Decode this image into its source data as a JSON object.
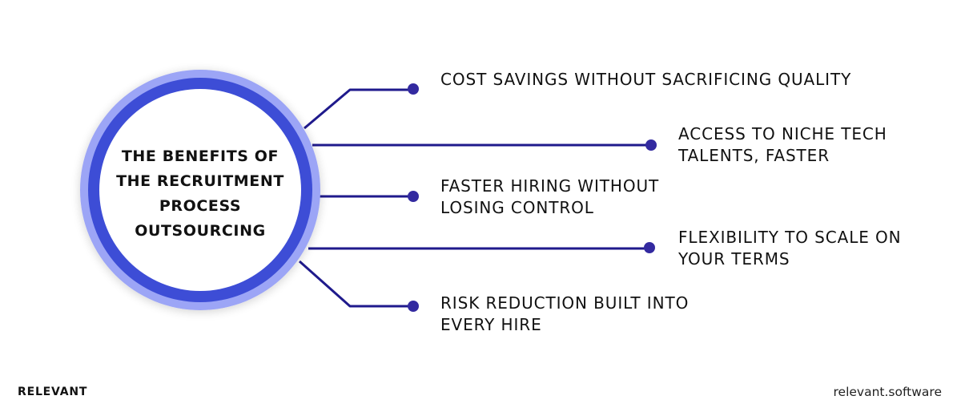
{
  "hub": {
    "title_lines": [
      "THE BENEFITS OF",
      "THE RECRUITMENT",
      "PROCESS",
      "OUTSOURCING"
    ],
    "outer_ring_color": "#9ca5f6",
    "inner_ring_color": "#3c4ed6",
    "fill_color": "#ffffff"
  },
  "connector_color": "#1f1a8c",
  "dot_color": "#332aa0",
  "benefits": [
    {
      "lines": [
        "COST SAVINGS WITHOUT SACRIFICING QUALITY"
      ]
    },
    {
      "lines": [
        "ACCESS TO NICHE TECH",
        "TALENTS, FASTER"
      ]
    },
    {
      "lines": [
        "FASTER HIRING WITHOUT",
        "LOSING CONTROL"
      ]
    },
    {
      "lines": [
        "FLEXIBILITY TO SCALE ON",
        "YOUR TERMS"
      ]
    },
    {
      "lines": [
        "RISK REDUCTION BUILT INTO",
        "EVERY HIRE"
      ]
    }
  ],
  "footer": {
    "brand": "RELEVANT",
    "site": "relevant.software"
  }
}
